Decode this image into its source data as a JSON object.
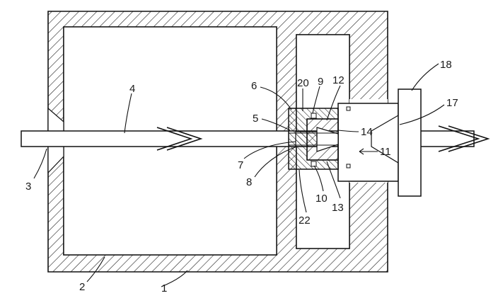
{
  "figure": {
    "reference_numerals": {
      "n1": "1",
      "n2": "2",
      "n3": "3",
      "n4": "4",
      "n5": "5",
      "n6": "6",
      "n7": "7",
      "n8": "8",
      "n9": "9",
      "n10": "10",
      "n11": "11",
      "n12": "12",
      "n13": "13",
      "n14": "14",
      "n17": "17",
      "n18": "18",
      "n20": "20",
      "n22": "22"
    }
  }
}
